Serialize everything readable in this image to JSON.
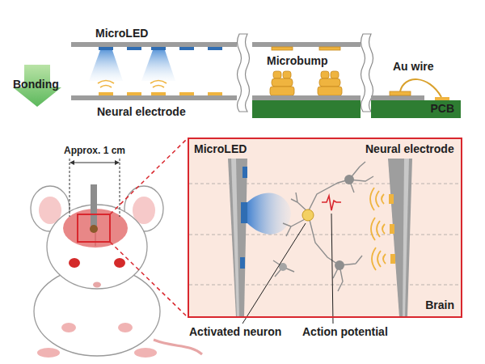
{
  "diagram": {
    "nodes": [
      {
        "text": [
          "PCB"
        ]
      },
      {
        "text": [
          "Brain"
        ]
      }
    ],
    "labels": [
      "MicroLED",
      "Bonding",
      "Neural electrode",
      "Microbump",
      "Au wire",
      "Approx. 1 cm",
      "MicroLED",
      "Neural electrode",
      "Activated neuron",
      "Action potential"
    ]
  }
}
